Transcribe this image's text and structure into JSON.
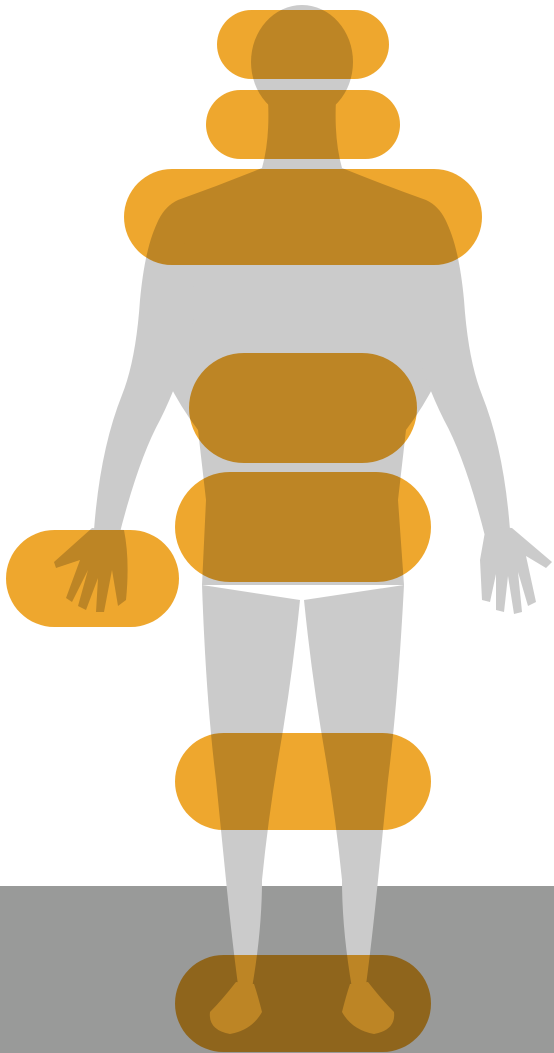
{
  "colors": {
    "background": "#ffffff",
    "floor": "#999a99",
    "body_silhouette": "#cbcbcb",
    "highlight_zone": "#eda01c",
    "highlight_opacity": 0.92
  },
  "figure": {
    "subject": "standing-human-front-view",
    "highlighted_regions": [
      "head",
      "neck",
      "shoulders",
      "upper-abdomen",
      "lower-abdomen-pelvis",
      "right-hand",
      "knees",
      "feet"
    ]
  }
}
